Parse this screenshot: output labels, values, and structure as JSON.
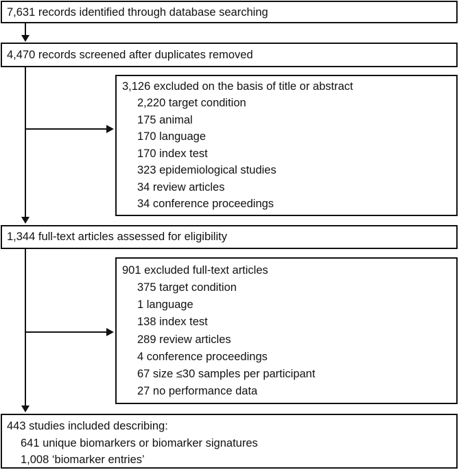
{
  "flow": {
    "identified": "7,631 records identified through database searching",
    "screened": "4,470 records screened after duplicates removed",
    "excluded_title": {
      "heading": "3,126 excluded on the basis of title or abstract",
      "items": [
        "2,220 target condition",
        "175 animal",
        "170 language",
        "170 index test",
        "323 epidemiological studies",
        "34 review articles",
        "34 conference proceedings"
      ]
    },
    "fulltext": "1,344 full-text articles assessed for eligibility",
    "excluded_fulltext": {
      "heading": "901 excluded full-text articles",
      "items": [
        "375 target condition",
        "1 language",
        "138 index test",
        "289 review articles",
        "4 conference proceedings",
        "67 size ≤30 samples per participant",
        "27 no performance data"
      ]
    },
    "included": {
      "heading": "443 studies included describing:",
      "items": [
        "641 unique biomarkers or biomarker signatures",
        "1,008 ‘biomarker entries’"
      ]
    }
  }
}
